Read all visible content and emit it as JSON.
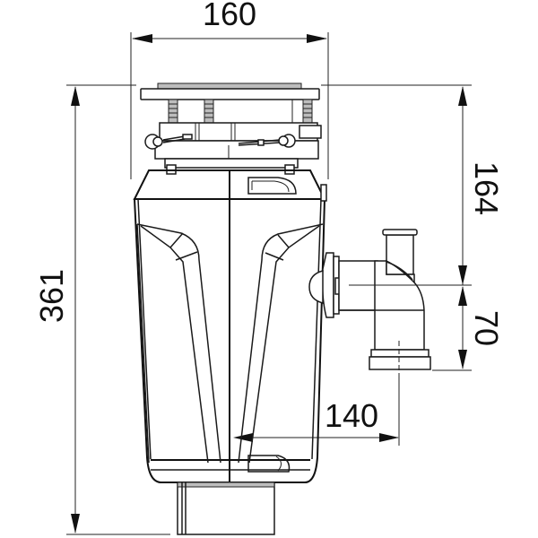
{
  "drawing": {
    "subject": "Food waste disposer technical dimension drawing",
    "units": "mm",
    "dimensions": {
      "width_top": "160",
      "total_height": "361",
      "flange_to_outlet_center": "164",
      "outlet_center_to_bottom_pipe": "70",
      "center_to_outlet_pipe": "140"
    },
    "colors": {
      "line": "#111111",
      "fill_light_gray": "#bdbdbd",
      "background": "#ffffff"
    }
  }
}
